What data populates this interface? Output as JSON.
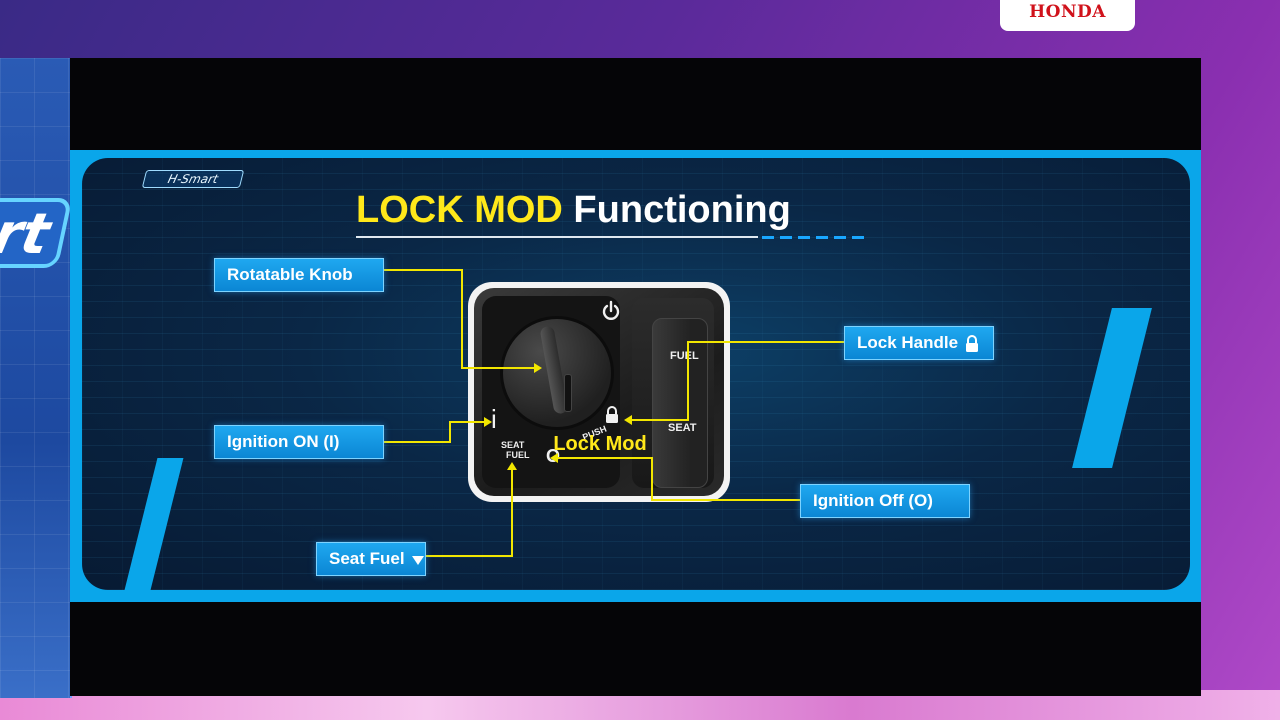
{
  "brand": {
    "name": "HONDA",
    "badge_color": "#d0121b"
  },
  "left_logo": {
    "text": "rt"
  },
  "slide": {
    "badge": "H-Smart",
    "title_highlight": "LOCK MOD",
    "title_rest": " Functioning",
    "caption": "Lock Mod",
    "colors": {
      "highlight": "#ffe81a",
      "label_bg": "#0b86d4",
      "connector": "#f2e600",
      "frame": "#0aa6ea"
    }
  },
  "labels": {
    "rotatable_knob": "Rotatable Knob",
    "ignition_on": "Ignition ON (I)",
    "seat_fuel": "Seat Fuel",
    "lock_handle": "Lock Handle",
    "ignition_off": "Ignition Off (O)"
  },
  "device": {
    "fuel": "FUEL",
    "seat": "SEAT",
    "seat_fuel_line1": "SEAT",
    "seat_fuel_line2": "FUEL",
    "push": "PUSH",
    "on_symbol": "i",
    "off_symbol": "O"
  },
  "icons": [
    "power-icon",
    "lock-icon",
    "triangle-down-icon"
  ]
}
